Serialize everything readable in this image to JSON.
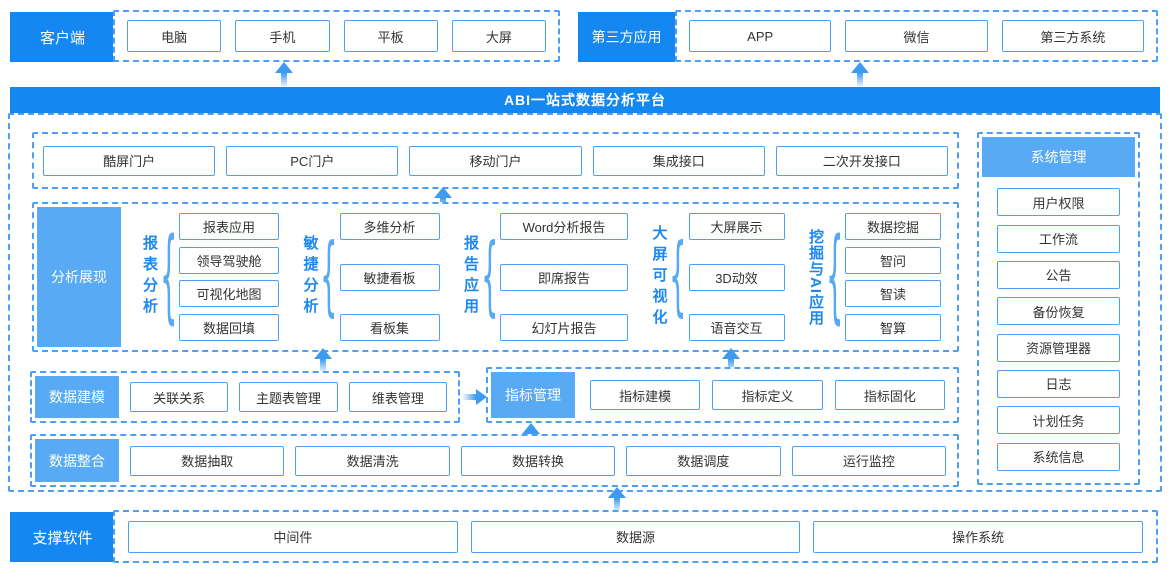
{
  "client": {
    "label": "客户端",
    "items": [
      "电脑",
      "手机",
      "平板",
      "大屏"
    ]
  },
  "third_party": {
    "label": "第三方应用",
    "items": [
      "APP",
      "微信",
      "第三方系统"
    ]
  },
  "banner": {
    "title": "ABI一站式数据分析平台"
  },
  "portals": [
    "酷屏门户",
    "PC门户",
    "移动门户",
    "集成接口",
    "二次开发接口"
  ],
  "analysis": {
    "label": "分析展现",
    "groups": [
      {
        "name": "报表分析",
        "items": [
          "报表应用",
          "领导驾驶舱",
          "可视化地图",
          "数据回填"
        ]
      },
      {
        "name": "敏捷分析",
        "items": [
          "多维分析",
          "敏捷看板",
          "看板集"
        ]
      },
      {
        "name": "报告应用",
        "items": [
          "Word分析报告",
          "即席报告",
          "幻灯片报告"
        ]
      },
      {
        "name": "大屏可视化",
        "items": [
          "大屏展示",
          "3D动效",
          "语音交互"
        ]
      },
      {
        "name": "挖掘与AI应用",
        "items": [
          "数据挖掘",
          "智问",
          "智读",
          "智算"
        ]
      }
    ]
  },
  "modeling": {
    "label": "数据建模",
    "items": [
      "关联关系",
      "主题表管理",
      "维表管理"
    ],
    "metric_label": "指标管理",
    "metric_items": [
      "指标建模",
      "指标定义",
      "指标固化"
    ]
  },
  "integration": {
    "label": "数据整合",
    "items": [
      "数据抽取",
      "数据清洗",
      "数据转换",
      "数据调度",
      "运行监控"
    ]
  },
  "system": {
    "label": "系统管理",
    "items": [
      "用户权限",
      "工作流",
      "公告",
      "备份恢复",
      "资源管理器",
      "日志",
      "计划任务",
      "系统信息"
    ]
  },
  "support": {
    "label": "支撑软件",
    "items": [
      "中间件",
      "数据源",
      "操作系统"
    ]
  },
  "colors": {
    "primary_blue": "#1488F0",
    "light_blue": "#57AAF3",
    "border_blue": "#4DA0F2",
    "arrow_blue": "#3F9BF0",
    "text_dark": "#333333"
  }
}
